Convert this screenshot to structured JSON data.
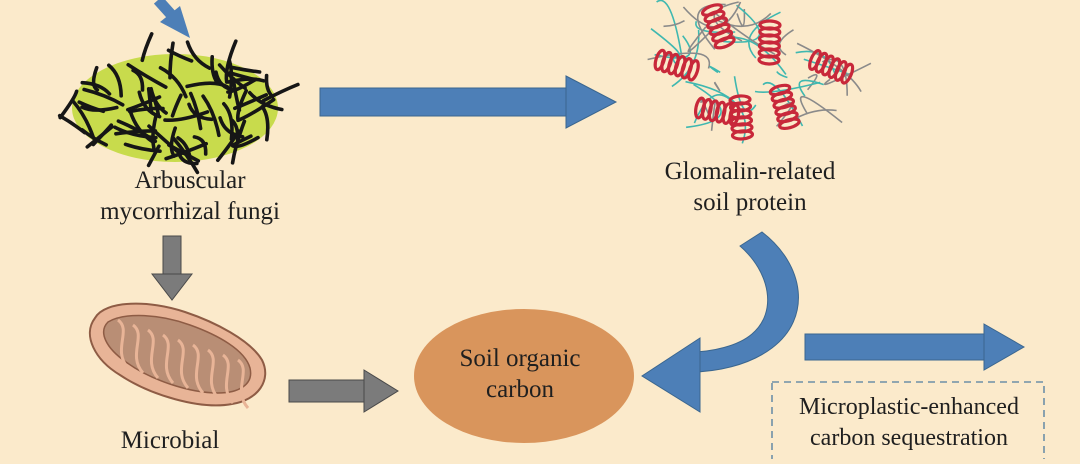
{
  "nodes": {
    "amf": {
      "lines": [
        "Arbuscular",
        "mycorrhizal fungi"
      ]
    },
    "grsp": {
      "lines": [
        "Glomalin-related",
        "soil protein"
      ]
    },
    "soc": {
      "lines": [
        "Soil organic",
        "carbon"
      ]
    },
    "microbial": {
      "lines": [
        "Microbial"
      ]
    },
    "sequestration": {
      "lines": [
        "Microplastic-enhanced",
        "carbon sequestration"
      ]
    }
  },
  "colors": {
    "background": "#fbeacb",
    "blue_arrow": "#4d7fb7",
    "gray_arrow": "#7b7b7b",
    "amf_blob": "#c8db4c",
    "hyphae": "#161616",
    "microbe_fill": "#e8b497",
    "microbe_inner": "#b98e75",
    "soc_ellipse": "#d9955c",
    "helix_red": "#c8283a",
    "helix_cyan": "#3fb8b0",
    "dashed_box": "#6d8fa8"
  }
}
